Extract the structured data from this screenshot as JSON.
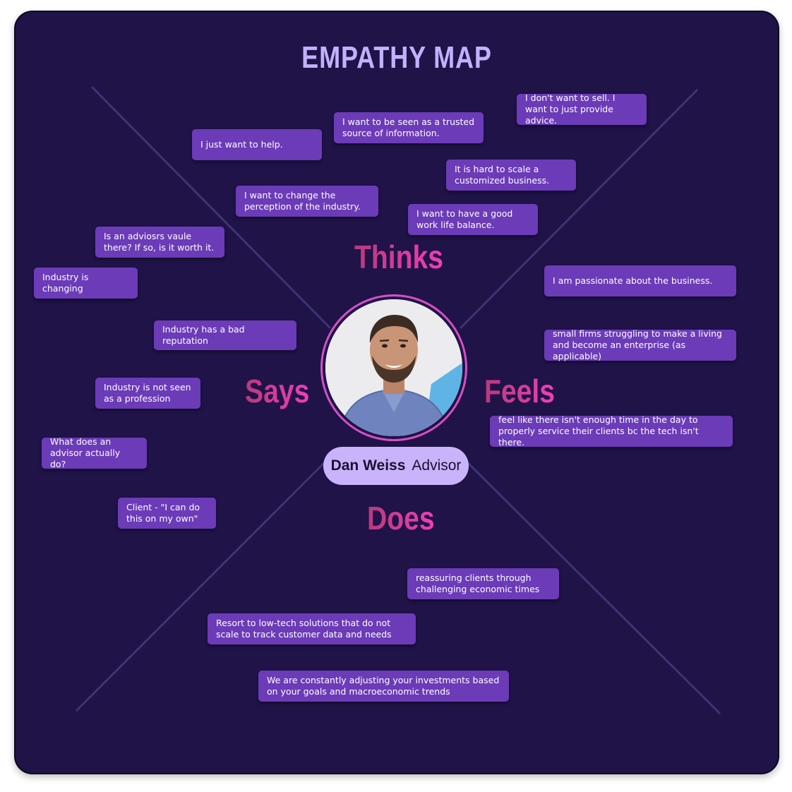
{
  "title": "EMPATHY MAP",
  "quadrants": {
    "thinks": "Thinks",
    "says": "Says",
    "feels": "Feels",
    "does": "Does"
  },
  "persona": {
    "name": "Dan Weiss",
    "role": "Advisor"
  },
  "notes": {
    "thinks": [
      "I just want to help.",
      "I want to be seen as a trusted source of information.",
      "I don't want to sell.  I want to just provide advice.",
      "It is hard to scale a customized business.",
      "I want to change the perception of the industry.",
      "I want to have a good work life balance."
    ],
    "says": [
      "Is an adviosrs vaule there?  If so, is it worth it.",
      "Industry is changing",
      "Industry has a bad reputation",
      "Industry is not seen as a profession",
      "What does an advisor actually do?",
      "Client - \"I can do this on my own\""
    ],
    "feels": [
      "I am passionate about the business.",
      "small firms struggling to make a living and become an enterprise (as applicable)",
      "feel like there isn't enough time in the day to properly service their clients bc the tech isn't there."
    ],
    "does": [
      "reassuring clients through challenging economic times",
      "Resort to low-tech solutions that do not scale to track customer data and needs",
      "We are constantly adjusting your investments based on your goals and macroeconomic trends"
    ]
  }
}
